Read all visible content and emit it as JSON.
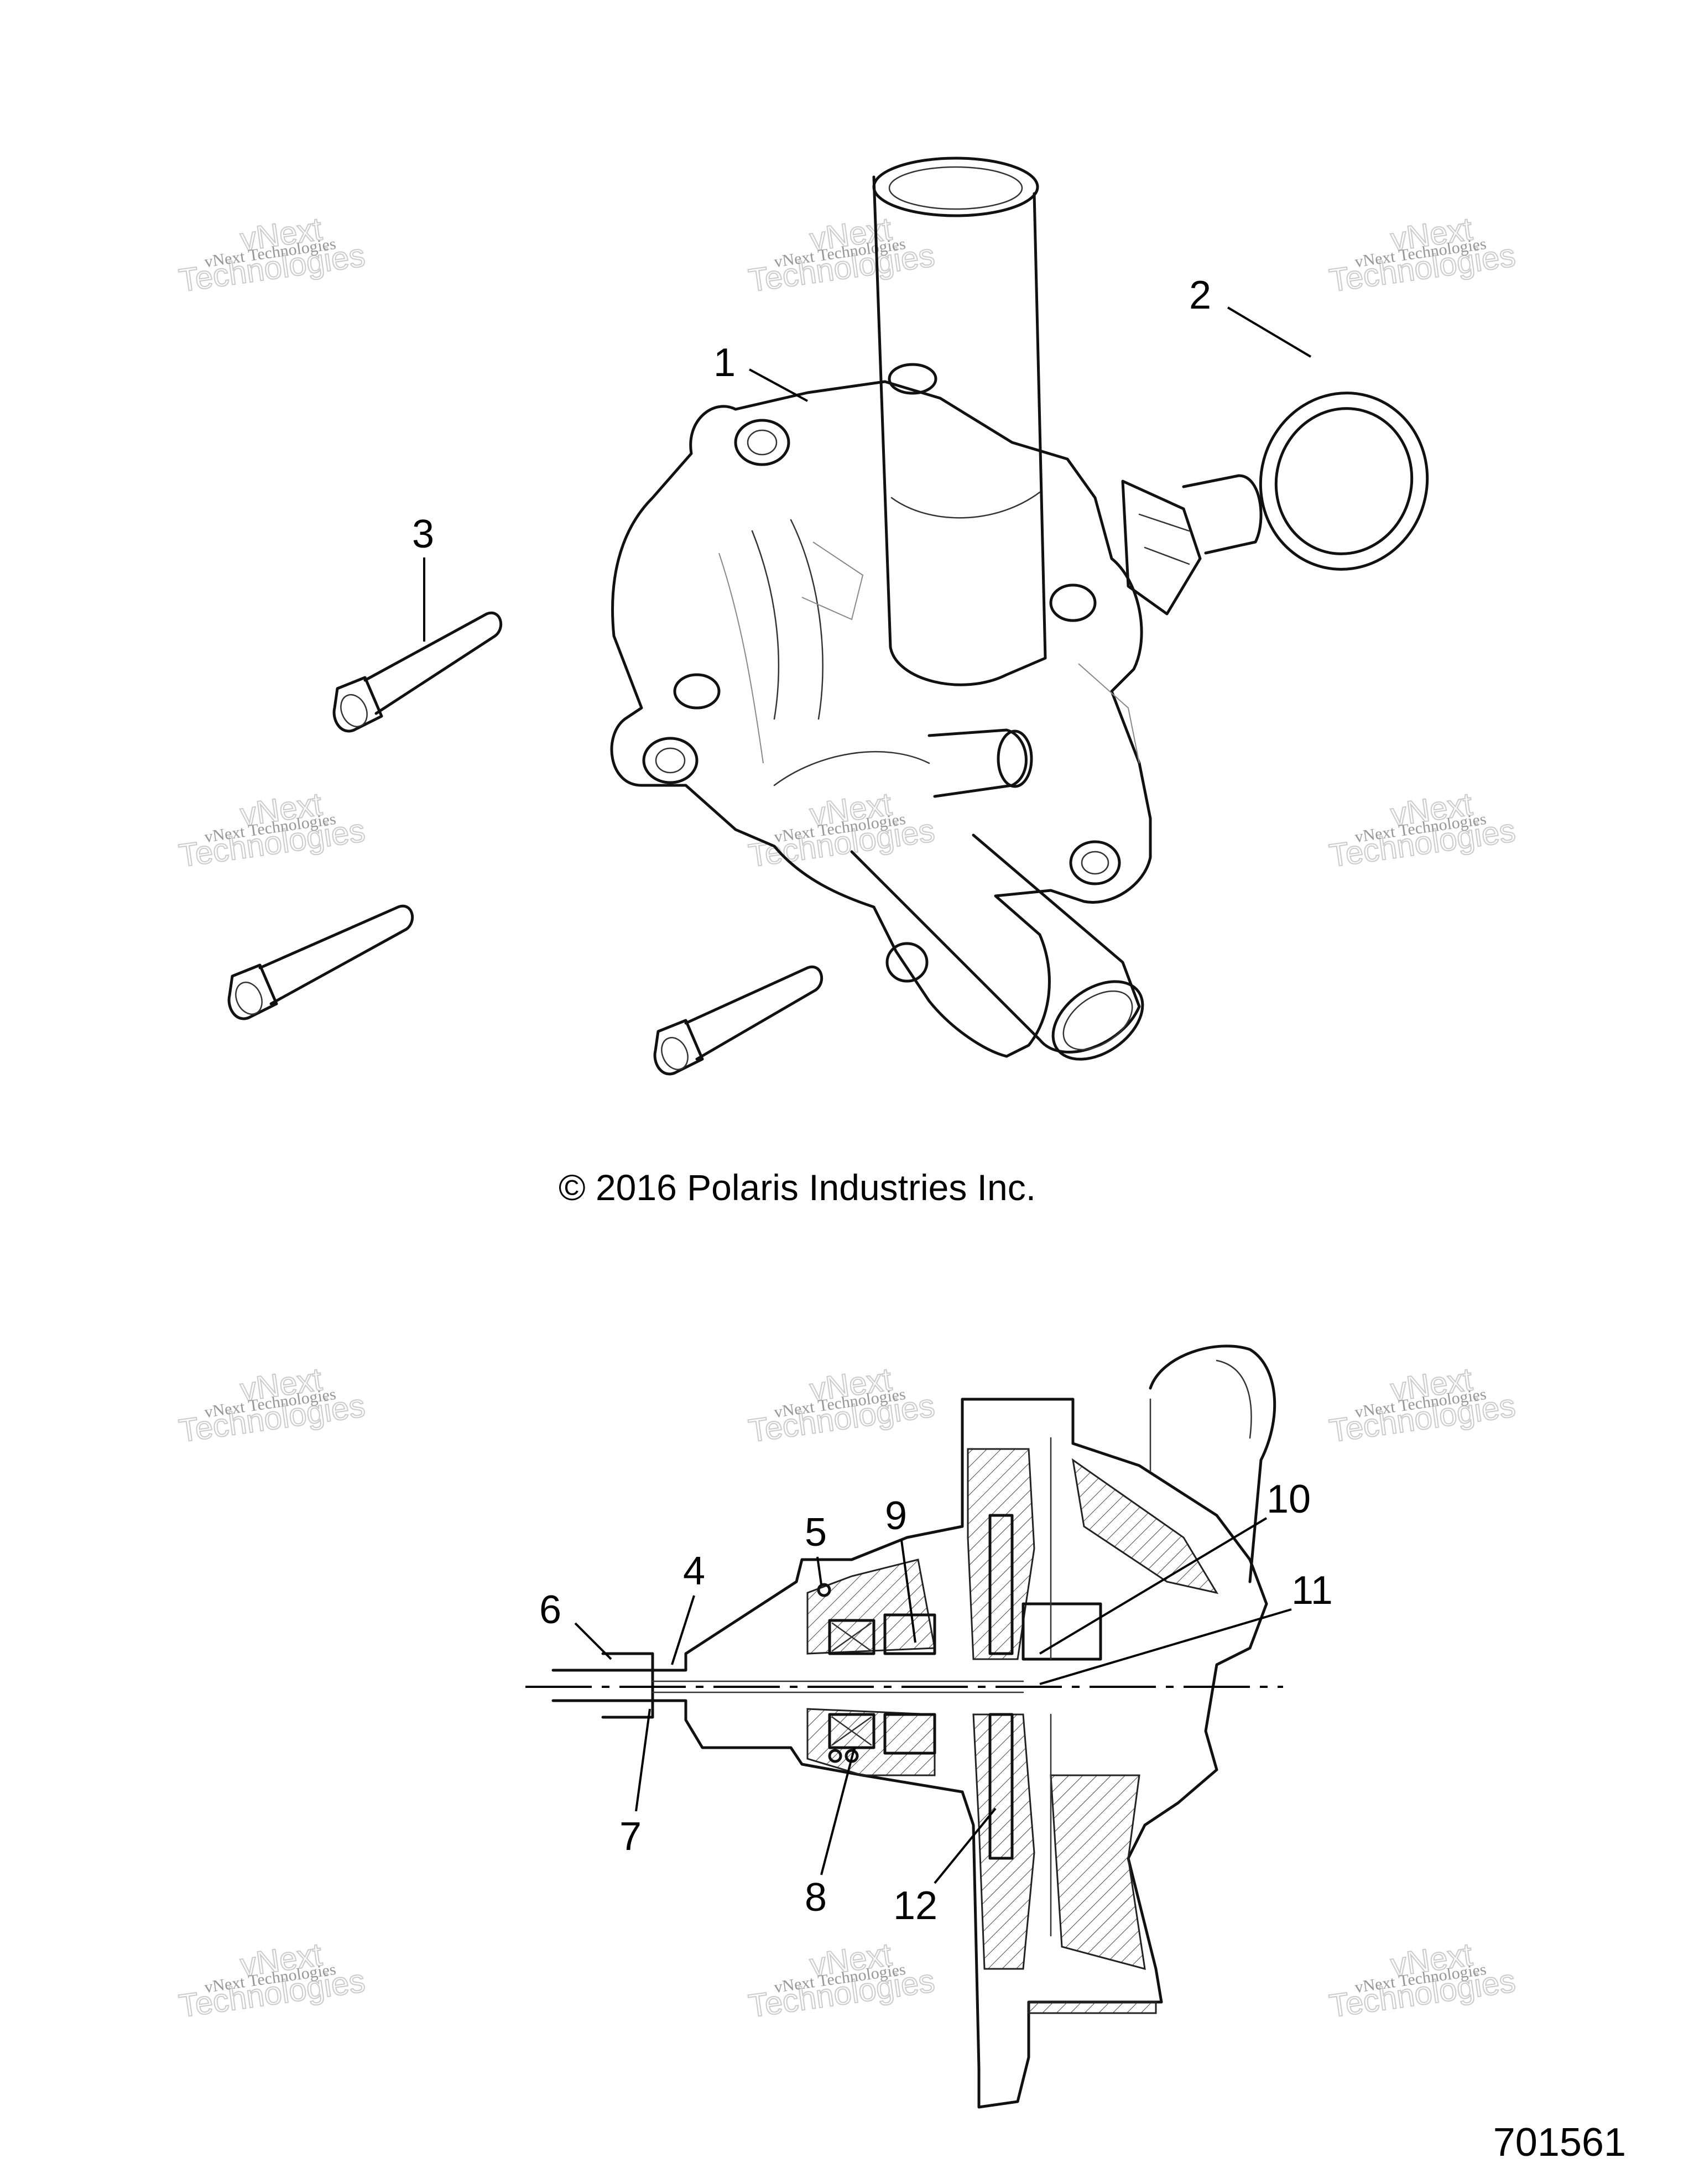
{
  "callouts": {
    "c1": "1",
    "c2": "2",
    "c3": "3",
    "c4": "4",
    "c5": "5",
    "c6": "6",
    "c7": "7",
    "c8": "8",
    "c9": "9",
    "c10": "10",
    "c11": "11",
    "c12": "12"
  },
  "copyright": "© 2016 Polaris Industries Inc.",
  "reference_number": "701561",
  "watermark": {
    "line1": "vNext Technologies",
    "line2": "vNext",
    "line3": "Technologies"
  }
}
